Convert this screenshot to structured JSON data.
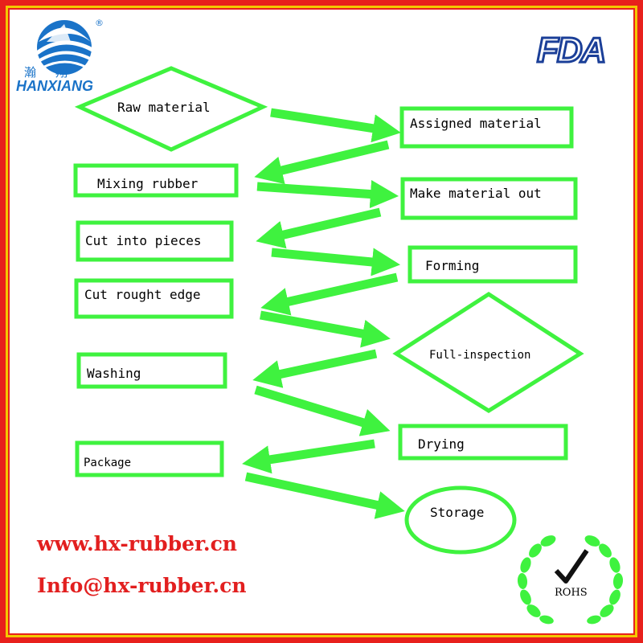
{
  "brand": {
    "name_cn": "瀚翔",
    "name_en": "HANXIANG",
    "registered_mark": "®",
    "logo_icon": "wave-globe-logo-icon",
    "color": "#1a73c8"
  },
  "certifications": {
    "fda": "FDA",
    "rohs": "ROHS",
    "rohs_icon": "laurel-wreath-checkmark-icon"
  },
  "process": {
    "arrow_color": "#3ff23f",
    "steps": [
      {
        "id": "raw-material",
        "label": "Raw material",
        "shape": "diamond"
      },
      {
        "id": "assigned-material",
        "label": "Assigned material",
        "shape": "rect"
      },
      {
        "id": "mixing-rubber",
        "label": "Mixing rubber",
        "shape": "rect"
      },
      {
        "id": "make-material-out",
        "label": "Make material out",
        "shape": "rect"
      },
      {
        "id": "cut-into-pieces",
        "label": "Cut into pieces",
        "shape": "rect"
      },
      {
        "id": "forming",
        "label": "Forming",
        "shape": "rect"
      },
      {
        "id": "cut-rought-edge",
        "label": "Cut rought edge",
        "shape": "rect"
      },
      {
        "id": "full-inspection",
        "label": "Full-inspection",
        "shape": "diamond"
      },
      {
        "id": "washing",
        "label": "Washing",
        "shape": "rect"
      },
      {
        "id": "drying",
        "label": "Drying",
        "shape": "rect"
      },
      {
        "id": "package",
        "label": "Package",
        "shape": "rect"
      },
      {
        "id": "storage",
        "label": "Storage",
        "shape": "ellipse"
      }
    ]
  },
  "contact": {
    "website": "www.hx-rubber.cn",
    "email": "Info@hx-rubber.cn",
    "color": "#e21f1f"
  }
}
